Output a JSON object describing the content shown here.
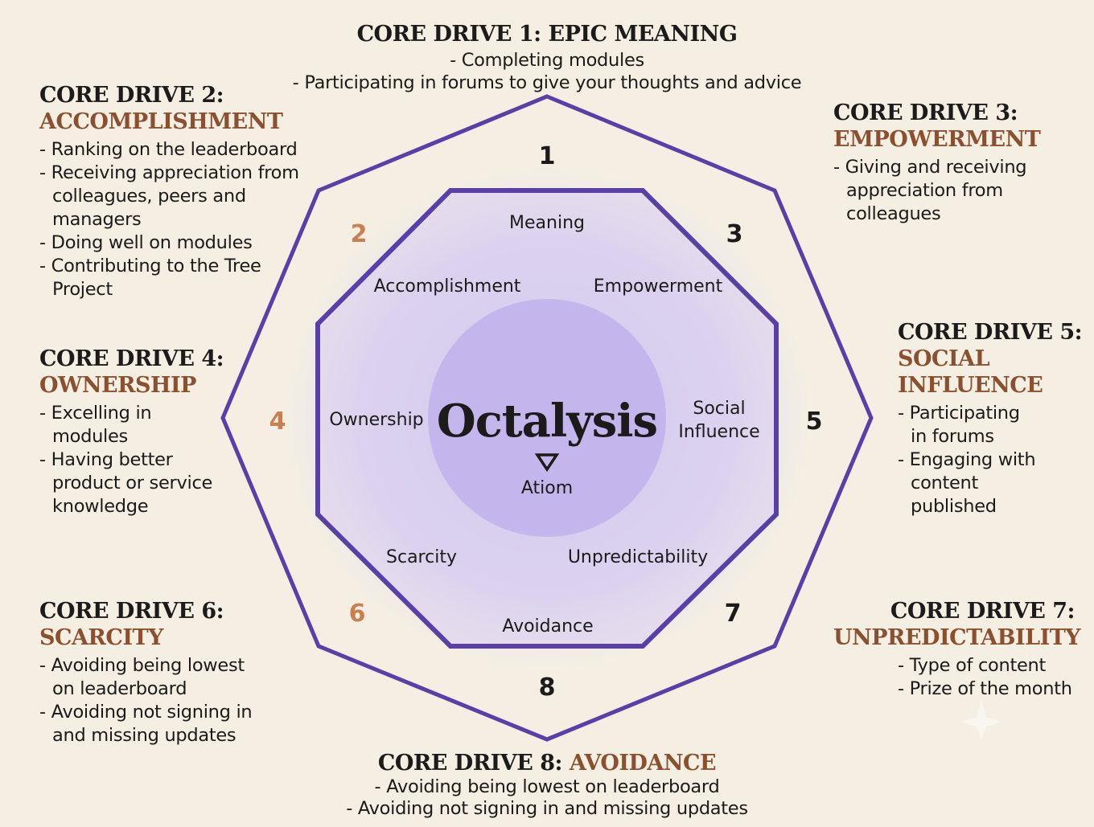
{
  "center": {
    "title": "Octalysis",
    "subtitle": "Atiom"
  },
  "numbers": [
    "1",
    "2",
    "3",
    "4",
    "5",
    "6",
    "7",
    "8"
  ],
  "inner_labels": {
    "meaning": "Meaning",
    "accomplishment": "Accomplishment",
    "empowerment": "Empowerment",
    "ownership": "Ownership",
    "social_line1": "Social",
    "social_line2": "Influence",
    "scarcity": "Scarcity",
    "unpredictability": "Unpredictability",
    "avoidance": "Avoidance"
  },
  "drives": {
    "d1": {
      "head": "CORE DRIVE 1: EPIC MEANING",
      "items": [
        "Completing modules",
        "Participating in forums to give your thoughts and advice"
      ]
    },
    "d2": {
      "head": "CORE DRIVE 2:",
      "name": "ACCOMPLISHMENT",
      "items": [
        "Ranking on the leaderboard",
        "Receiving appreciation from colleagues, peers and managers",
        "Doing well on modules",
        "Contributing to the Tree Project"
      ]
    },
    "d3": {
      "head": "CORE DRIVE 3:",
      "name": "EMPOWERMENT",
      "items": [
        "Giving and receiving appreciation from colleagues"
      ]
    },
    "d4": {
      "head": "CORE DRIVE 4:",
      "name": "OWNERSHIP",
      "items": [
        "Excelling in modules",
        "Having better product or service knowledge"
      ]
    },
    "d5": {
      "head": "CORE DRIVE 5:",
      "name": "SOCIAL INFLUENCE",
      "items": [
        "Participating in forums",
        "Engaging with content published"
      ]
    },
    "d6": {
      "head": "CORE DRIVE 6:",
      "name": "SCARCITY",
      "items": [
        "Avoiding being lowest on leaderboard",
        "Avoiding not signing in and missing updates"
      ]
    },
    "d7": {
      "head": "CORE DRIVE 7:",
      "name": "UNPREDICTABILITY",
      "items": [
        "Type of content",
        "Prize of the month"
      ]
    },
    "d8": {
      "head": "CORE DRIVE 8:",
      "name": "AVOIDANCE",
      "items": [
        "Avoiding being lowest on leaderboard",
        "Avoiding not signing in and missing updates"
      ]
    }
  },
  "colors": {
    "octagon": "#5a3fa8",
    "accent": "#8a5030",
    "inner_fill": "#d9cdf0",
    "circle_fill": "#c2b2ec",
    "orange_number": "#c98050"
  }
}
